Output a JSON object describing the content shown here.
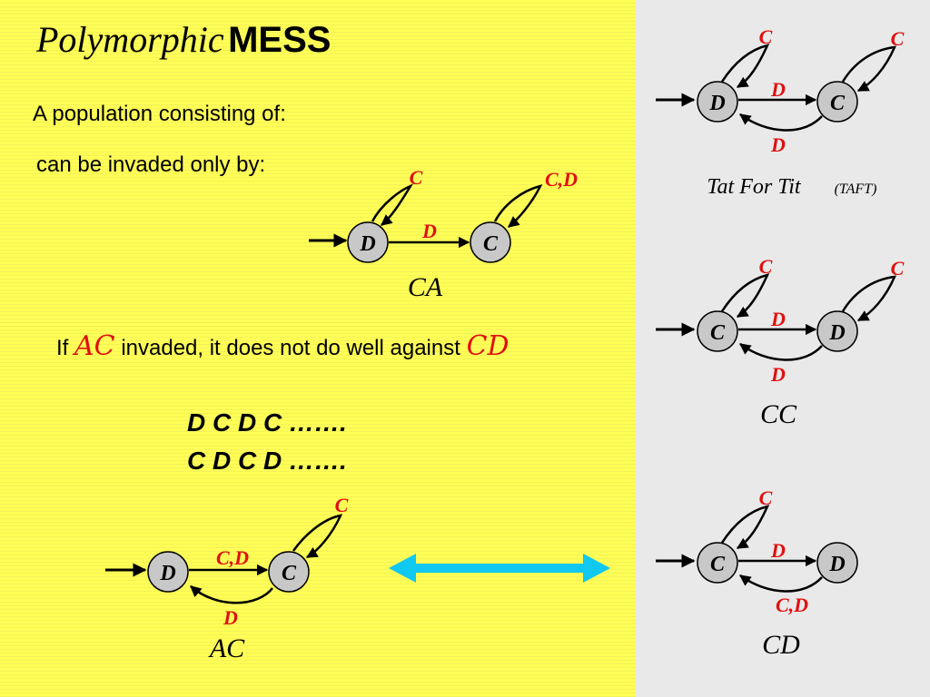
{
  "title": {
    "script": "Polymorphic",
    "bold": "MESS"
  },
  "intro_line1": "A population consisting of:",
  "intro_line2": "can be invaded only by:",
  "statement": {
    "prefix": "If",
    "strategy_a": "AC",
    "middle": "invaded, it does not do well against",
    "strategy_b": "CD"
  },
  "sequences": [
    "D C D C …….",
    "C D C D ……."
  ],
  "colors": {
    "highlight": "#e01010",
    "arrow_cyan": "#10c8f0",
    "node_fill": "#c8c8c8"
  },
  "machines": {
    "ca": {
      "state1": "D",
      "state2": "C",
      "loop1": "C",
      "loop2": "C,D",
      "trans": "D",
      "name": "CA"
    },
    "ac": {
      "state1": "D",
      "state2": "C",
      "trans": "C,D",
      "back": "D",
      "loop2": "C",
      "name": "AC"
    },
    "taft": {
      "state1": "D",
      "state2": "C",
      "loop1": "C",
      "loop2": "C",
      "trans": "D",
      "back": "D",
      "name": "Tat For Tit",
      "abbrev": "(TAFT)"
    },
    "cc": {
      "state1": "C",
      "state2": "D",
      "loop1": "C",
      "loop2": "C",
      "trans": "D",
      "back": "D",
      "name": "CC"
    },
    "cd": {
      "state1": "C",
      "state2": "D",
      "loop1": "C",
      "trans": "D",
      "back": "C,D",
      "name": "CD"
    }
  }
}
